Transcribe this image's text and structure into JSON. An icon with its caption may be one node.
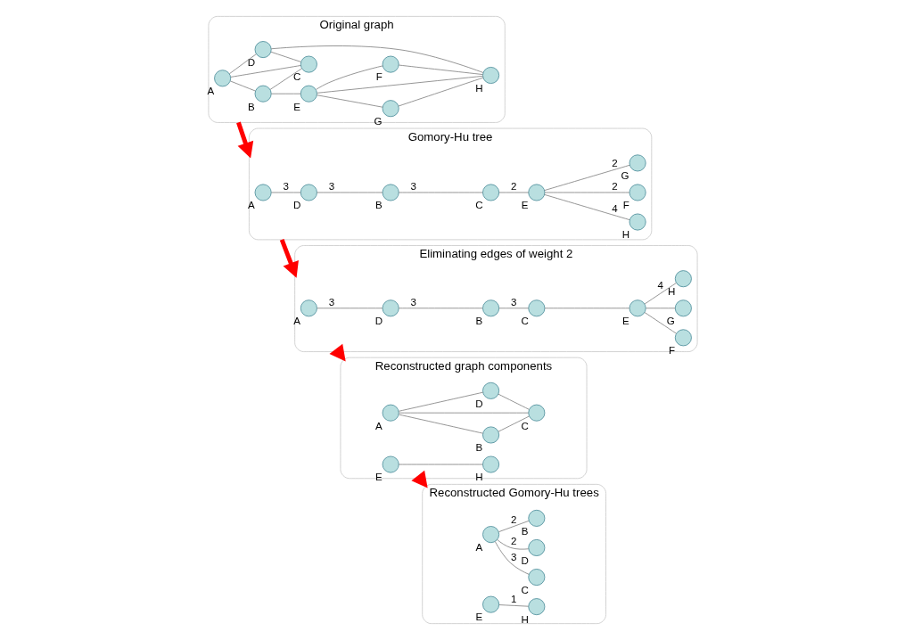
{
  "diagram": {
    "nodes": [
      {
        "text": [
          "Original graph"
        ]
      },
      {
        "text": [],
        "shape": "circle",
        "beside": [
          "A"
        ],
        "in": 0
      },
      {
        "text": [],
        "shape": "circle",
        "beside": [
          "B"
        ],
        "in": 0
      },
      {
        "text": [],
        "shape": "circle",
        "beside": [
          "C"
        ],
        "in": 0
      },
      {
        "text": [],
        "shape": "circle",
        "beside": [
          "D"
        ],
        "in": 0
      },
      {
        "text": [],
        "shape": "circle",
        "beside": [
          "E"
        ],
        "in": 0
      },
      {
        "text": [],
        "shape": "circle",
        "beside": [
          "F"
        ],
        "in": 0
      },
      {
        "text": [],
        "shape": "circle",
        "beside": [
          "G"
        ],
        "in": 0
      },
      {
        "text": [],
        "shape": "circle",
        "beside": [
          "H"
        ],
        "in": 0
      },
      {
        "text": [
          "Gomory-Hu tree"
        ]
      },
      {
        "text": [],
        "shape": "circle",
        "beside": [
          "A"
        ],
        "in": 9
      },
      {
        "text": [],
        "shape": "circle",
        "beside": [
          "D"
        ],
        "in": 9
      },
      {
        "text": [],
        "shape": "circle",
        "beside": [
          "B"
        ],
        "in": 9
      },
      {
        "text": [],
        "shape": "circle",
        "beside": [
          "C"
        ],
        "in": 9
      },
      {
        "text": [],
        "shape": "circle",
        "beside": [
          "E"
        ],
        "in": 9
      },
      {
        "text": [],
        "shape": "circle",
        "beside": [
          "F"
        ],
        "in": 9
      },
      {
        "text": [],
        "shape": "circle",
        "beside": [
          "G"
        ],
        "in": 9
      },
      {
        "text": [],
        "shape": "circle",
        "beside": [
          "H"
        ],
        "in": 9
      },
      {
        "text": [
          "Eliminating edges of weight 2"
        ]
      },
      {
        "text": [],
        "shape": "circle",
        "beside": [
          "A"
        ],
        "in": 18
      },
      {
        "text": [],
        "shape": "circle",
        "beside": [
          "D"
        ],
        "in": 18
      },
      {
        "text": [],
        "shape": "circle",
        "beside": [
          "B"
        ],
        "in": 18
      },
      {
        "text": [],
        "shape": "circle",
        "beside": [
          "C"
        ],
        "in": 18
      },
      {
        "text": [],
        "shape": "circle",
        "beside": [
          "E"
        ],
        "in": 18
      },
      {
        "text": [],
        "shape": "circle",
        "beside": [
          "F"
        ],
        "in": 18
      },
      {
        "text": [],
        "shape": "circle",
        "beside": [
          "G"
        ],
        "in": 18
      },
      {
        "text": [],
        "shape": "circle",
        "beside": [
          "H"
        ],
        "in": 18
      },
      {
        "text": [
          "Reconstructed graph components"
        ]
      },
      {
        "text": [],
        "shape": "circle",
        "beside": [
          "A"
        ],
        "in": 27
      },
      {
        "text": [],
        "shape": "circle",
        "beside": [
          "B"
        ],
        "in": 27
      },
      {
        "text": [],
        "shape": "circle",
        "beside": [
          "C"
        ],
        "in": 27
      },
      {
        "text": [],
        "shape": "circle",
        "beside": [
          "D"
        ],
        "in": 27
      },
      {
        "text": [],
        "shape": "circle",
        "beside": [
          "E"
        ],
        "in": 27
      },
      {
        "text": [],
        "shape": "circle",
        "beside": [
          "H"
        ],
        "in": 27
      },
      {
        "text": [
          "Reconstructed Gomory-Hu trees"
        ]
      },
      {
        "text": [],
        "shape": "circle",
        "beside": [
          "A"
        ],
        "in": 34
      },
      {
        "text": [],
        "shape": "circle",
        "beside": [
          "D"
        ],
        "in": 34
      },
      {
        "text": [],
        "shape": "circle",
        "beside": [
          "B"
        ],
        "in": 34
      },
      {
        "text": [],
        "shape": "circle",
        "beside": [
          "C"
        ],
        "in": 34
      },
      {
        "text": [],
        "shape": "circle",
        "beside": [
          "E"
        ],
        "in": 34
      },
      {
        "text": [],
        "shape": "circle",
        "beside": [
          "H"
        ],
        "in": 34
      }
    ],
    "edges": [
      {
        "from": 1,
        "to": 2,
        "arrow": "none"
      },
      {
        "from": 1,
        "to": 3,
        "arrow": "none"
      },
      {
        "from": 1,
        "to": 4,
        "arrow": "none"
      },
      {
        "from": 2,
        "to": 3,
        "arrow": "none"
      },
      {
        "from": 4,
        "to": 3,
        "arrow": "none"
      },
      {
        "from": 2,
        "to": 5,
        "arrow": "none"
      },
      {
        "from": 4,
        "to": 8,
        "arrow": "none"
      },
      {
        "from": 5,
        "to": 7,
        "arrow": "none"
      },
      {
        "from": 5,
        "to": 8,
        "arrow": "none"
      },
      {
        "from": 5,
        "to": 6,
        "arrow": "none"
      },
      {
        "from": 7,
        "to": 8,
        "arrow": "none"
      },
      {
        "from": 6,
        "to": 8,
        "arrow": "none"
      },
      {
        "from": 10,
        "to": 11,
        "arrow": "none",
        "label": "3"
      },
      {
        "from": 11,
        "to": 12,
        "arrow": "none",
        "label": "3"
      },
      {
        "from": 12,
        "to": 13,
        "arrow": "none",
        "label": "3"
      },
      {
        "from": 13,
        "to": 14,
        "arrow": "none",
        "label": "2"
      },
      {
        "from": 14,
        "to": 15,
        "arrow": "none",
        "label": "2"
      },
      {
        "from": 14,
        "to": 16,
        "arrow": "none",
        "label": "2"
      },
      {
        "from": 14,
        "to": 17,
        "arrow": "none",
        "label": "4"
      },
      {
        "from": 19,
        "to": 20,
        "arrow": "none",
        "label": "3"
      },
      {
        "from": 20,
        "to": 21,
        "arrow": "none",
        "label": "3"
      },
      {
        "from": 21,
        "to": 22,
        "arrow": "none",
        "label": "3"
      },
      {
        "from": 22,
        "to": 23,
        "arrow": "none"
      },
      {
        "from": 23,
        "to": 24,
        "arrow": "none"
      },
      {
        "from": 23,
        "to": 25,
        "arrow": "none"
      },
      {
        "from": 23,
        "to": 26,
        "arrow": "none",
        "label": "4"
      },
      {
        "from": 28,
        "to": 29,
        "arrow": "none"
      },
      {
        "from": 28,
        "to": 30,
        "arrow": "none"
      },
      {
        "from": 28,
        "to": 31,
        "arrow": "none"
      },
      {
        "from": 29,
        "to": 30,
        "arrow": "none"
      },
      {
        "from": 31,
        "to": 30,
        "arrow": "none"
      },
      {
        "from": 32,
        "to": 33,
        "arrow": "none"
      },
      {
        "from": 35,
        "to": 36,
        "arrow": "none",
        "label": "2"
      },
      {
        "from": 35,
        "to": 37,
        "arrow": "none",
        "label": "2"
      },
      {
        "from": 35,
        "to": 38,
        "arrow": "none",
        "label": "3"
      },
      {
        "from": 39,
        "to": 40,
        "arrow": "none",
        "label": "1"
      },
      {
        "from": 0,
        "to": 9,
        "arrow": "to",
        "style": "thick",
        "color": "#ff0000"
      },
      {
        "from": 9,
        "to": 18,
        "arrow": "to",
        "style": "thick",
        "color": "#ff0000"
      },
      {
        "from": 18,
        "to": 27,
        "arrow": "to",
        "style": "thick",
        "color": "#ff0000"
      },
      {
        "from": 27,
        "to": 34,
        "arrow": "to",
        "style": "thick",
        "color": "#ff0000"
      }
    ]
  }
}
